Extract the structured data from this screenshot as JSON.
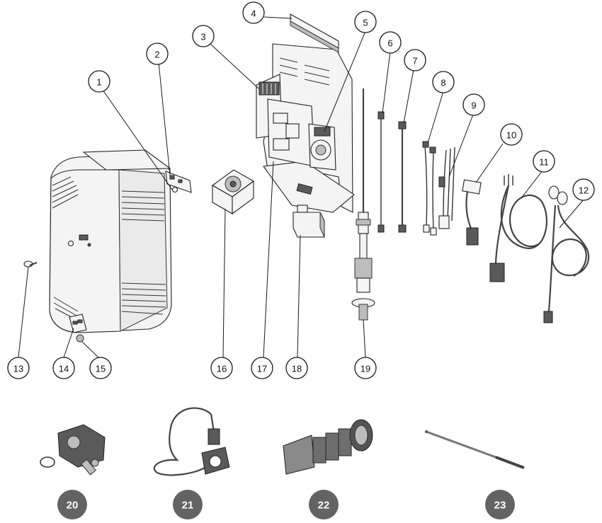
{
  "callouts": [
    {
      "id": "1",
      "label": "1"
    },
    {
      "id": "2",
      "label": "2"
    },
    {
      "id": "3",
      "label": "3"
    },
    {
      "id": "4",
      "label": "4"
    },
    {
      "id": "5",
      "label": "5"
    },
    {
      "id": "6",
      "label": "6"
    },
    {
      "id": "7",
      "label": "7"
    },
    {
      "id": "8",
      "label": "8"
    },
    {
      "id": "9",
      "label": "9"
    },
    {
      "id": "10",
      "label": "10"
    },
    {
      "id": "11",
      "label": "11"
    },
    {
      "id": "12",
      "label": "12"
    },
    {
      "id": "13",
      "label": "13"
    },
    {
      "id": "14",
      "label": "14"
    },
    {
      "id": "15",
      "label": "15"
    },
    {
      "id": "16",
      "label": "16"
    },
    {
      "id": "17",
      "label": "17"
    },
    {
      "id": "18",
      "label": "18"
    },
    {
      "id": "19",
      "label": "19"
    }
  ],
  "badges": [
    {
      "id": "20",
      "label": "20"
    },
    {
      "id": "21",
      "label": "21"
    },
    {
      "id": "22",
      "label": "22"
    },
    {
      "id": "23",
      "label": "23"
    }
  ],
  "colors": {
    "badge_fill": "#636363",
    "line": "#1a1a1a",
    "background": "#ffffff"
  }
}
